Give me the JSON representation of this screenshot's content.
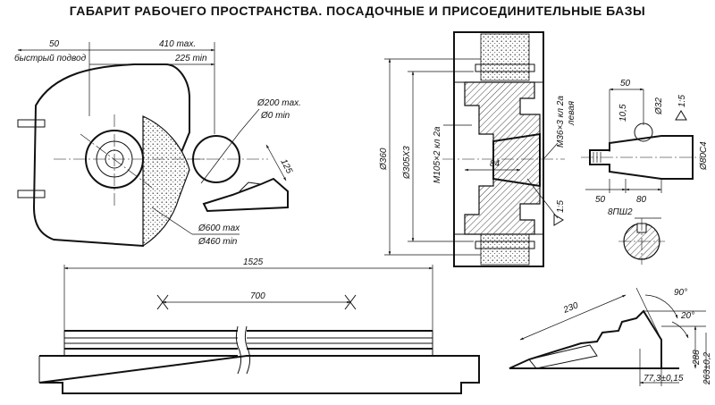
{
  "title": "ГАБАРИТ РАБОЧЕГО ПРОСТРАНСТВА. ПОСАДОЧНЫЕ И ПРИСОЕДИНИТЕЛЬНЫЕ БАЗЫ",
  "top_left": {
    "dim_50": "50",
    "fast_approach": "быстрый подвод",
    "dim_410_max": "410 max.",
    "dim_225_min": "225 min",
    "dim_200_max": "Ø200 max.",
    "dim_0_min": "Ø0 min",
    "dim_125": "125",
    "dim_600_max": "Ø600 max",
    "dim_460_min": "Ø460 min"
  },
  "spindle_section": {
    "dim_360": "Ø360",
    "dim_305": "Ø305X3",
    "thread_m105": "M105×2 кл 2a",
    "dim_84": "84",
    "thread_m36": "M36×3 кл 2a",
    "left_hand": "левая",
    "taper": "1:5"
  },
  "spindle_end": {
    "dim_50_top": "50",
    "dim_10_5": "10,5",
    "dim_32": "Ø32",
    "taper": "1:5",
    "dim_80c": "Ø80C4",
    "dim_50_bottom": "50",
    "dim_80": "80",
    "key": "8ПШ2"
  },
  "table": {
    "dim_1525": "1525",
    "dim_700": "700"
  },
  "tilt_table": {
    "dim_230": "230",
    "angle_90": "90°",
    "angle_20": "20°",
    "dim_77_3": "77,3±0,15",
    "dim_288": "288",
    "dim_263": "263±0,2"
  }
}
